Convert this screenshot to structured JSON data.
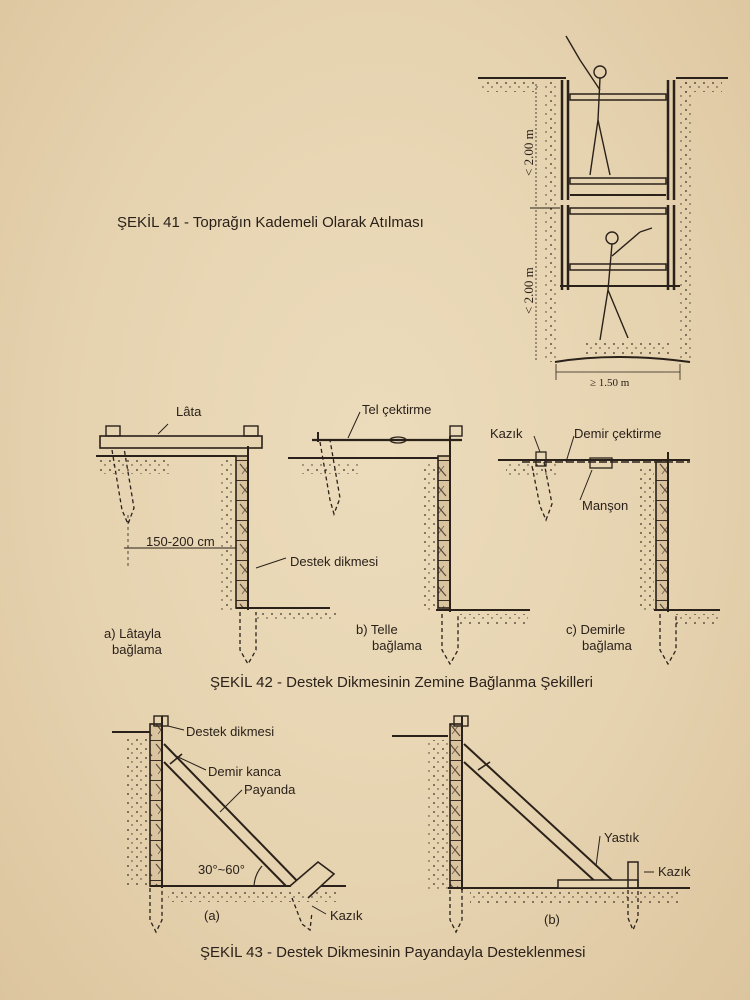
{
  "fig41": {
    "caption": "ŞEKİL 41 - Toprağın Kademeli Olarak Atılması",
    "dim_upper": "< 2.00 m",
    "dim_lower": "< 2.00 m",
    "dim_width": "≥ 1.50 m"
  },
  "fig42": {
    "caption": "ŞEKİL  42 - Destek Dikmesinin Zemine Bağlanma Şekilleri",
    "label_lata": "Lâta",
    "label_distance": "150-200 cm",
    "label_destek": "Destek dikmesi",
    "sub_a_line1": "a) Lâtayla",
    "sub_a_line2": "bağlama",
    "label_tel": "Tel çektirme",
    "sub_b_line1": "b) Telle",
    "sub_b_line2": "bağlama",
    "label_kazik": "Kazık",
    "label_demir": "Demir çektirme",
    "label_manson": "Manşon",
    "sub_c_line1": "c) Demirle",
    "sub_c_line2": "bağlama"
  },
  "fig43": {
    "caption": "ŞEKİL 43 - Destek Dikmesinin Payandayla Desteklenmesi",
    "label_destek": "Destek dikmesi",
    "label_kanca": "Demir kanca",
    "label_payanda": "Payanda",
    "label_angle": "30°~60°",
    "label_kazik_a": "Kazık",
    "sub_a": "(a)",
    "label_yastik": "Yastık",
    "label_kazik_b": "Kazık",
    "sub_b": "(b)"
  }
}
